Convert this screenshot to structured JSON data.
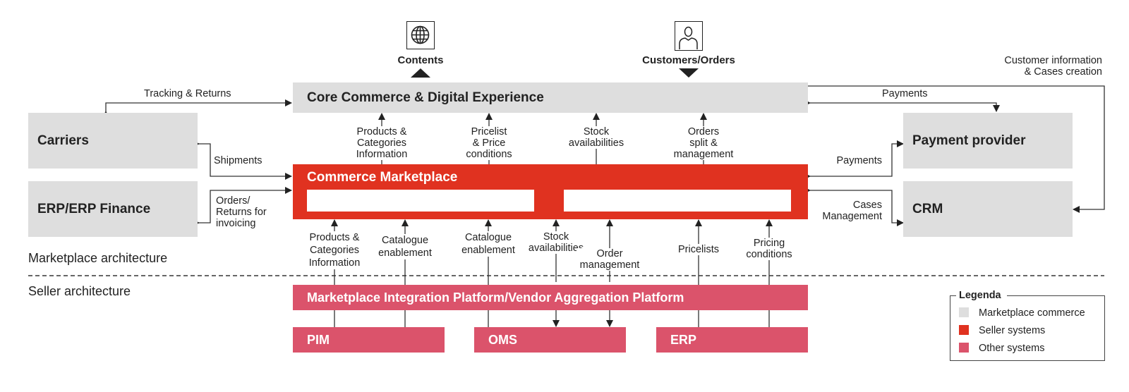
{
  "top_icons": [
    {
      "icon": "globe-icon",
      "label": "Contents",
      "direction": "up"
    },
    {
      "icon": "person-icon",
      "label": "Customers/Orders",
      "direction": "down"
    }
  ],
  "boxes": {
    "core_commerce": "Core Commerce & Digital Experience",
    "carriers": "Carriers",
    "erp_finance": "ERP/ERP Finance",
    "payment_provider": "Payment provider",
    "crm": "CRM",
    "commerce_marketplace": "Commerce Marketplace",
    "integration_platform": "Marketplace Integration Platform/Vendor Aggregation Platform",
    "pim": "PIM",
    "oms": "OMS",
    "erp": "ERP"
  },
  "flows_left": {
    "tracking_returns": "Tracking & Returns",
    "shipments": "Shipments",
    "orders_returns": [
      "Orders/",
      "Returns for",
      "invoicing"
    ]
  },
  "flows_right": {
    "customer_info": [
      "Customer information",
      "& Cases creation"
    ],
    "payments_top": "Payments",
    "payments_mid": "Payments",
    "cases_management": [
      "Cases",
      "Management"
    ]
  },
  "flows_core_to_marketplace": [
    [
      "Products &",
      "Categories",
      "Information"
    ],
    [
      "Pricelist",
      "& Price",
      "conditions"
    ],
    [
      "Stock",
      "availabilities"
    ],
    [
      "Orders",
      "split &",
      "management"
    ]
  ],
  "flows_seller_to_marketplace": [
    [
      "Products &",
      "Categories",
      "Information"
    ],
    [
      "Catalogue",
      "enablement"
    ],
    [
      "Catalogue",
      "enablement"
    ],
    [
      "Stock",
      "availabilities"
    ],
    [
      "Order",
      "management"
    ],
    [
      "Pricelists"
    ],
    [
      "Pricing",
      "conditions"
    ]
  ],
  "sections": {
    "marketplace": "Marketplace architecture",
    "seller": "Seller architecture"
  },
  "legend": {
    "title": "Legenda",
    "items": [
      {
        "label": "Marketplace commerce",
        "color": "#dedede"
      },
      {
        "label": "Seller systems",
        "color": "#e03220"
      },
      {
        "label": "Other systems",
        "color": "#db536b"
      }
    ]
  },
  "colors": {
    "marketplace_commerce": "#dedede",
    "seller_systems": "#e03220",
    "other_systems": "#db536b",
    "line": "#222222"
  }
}
